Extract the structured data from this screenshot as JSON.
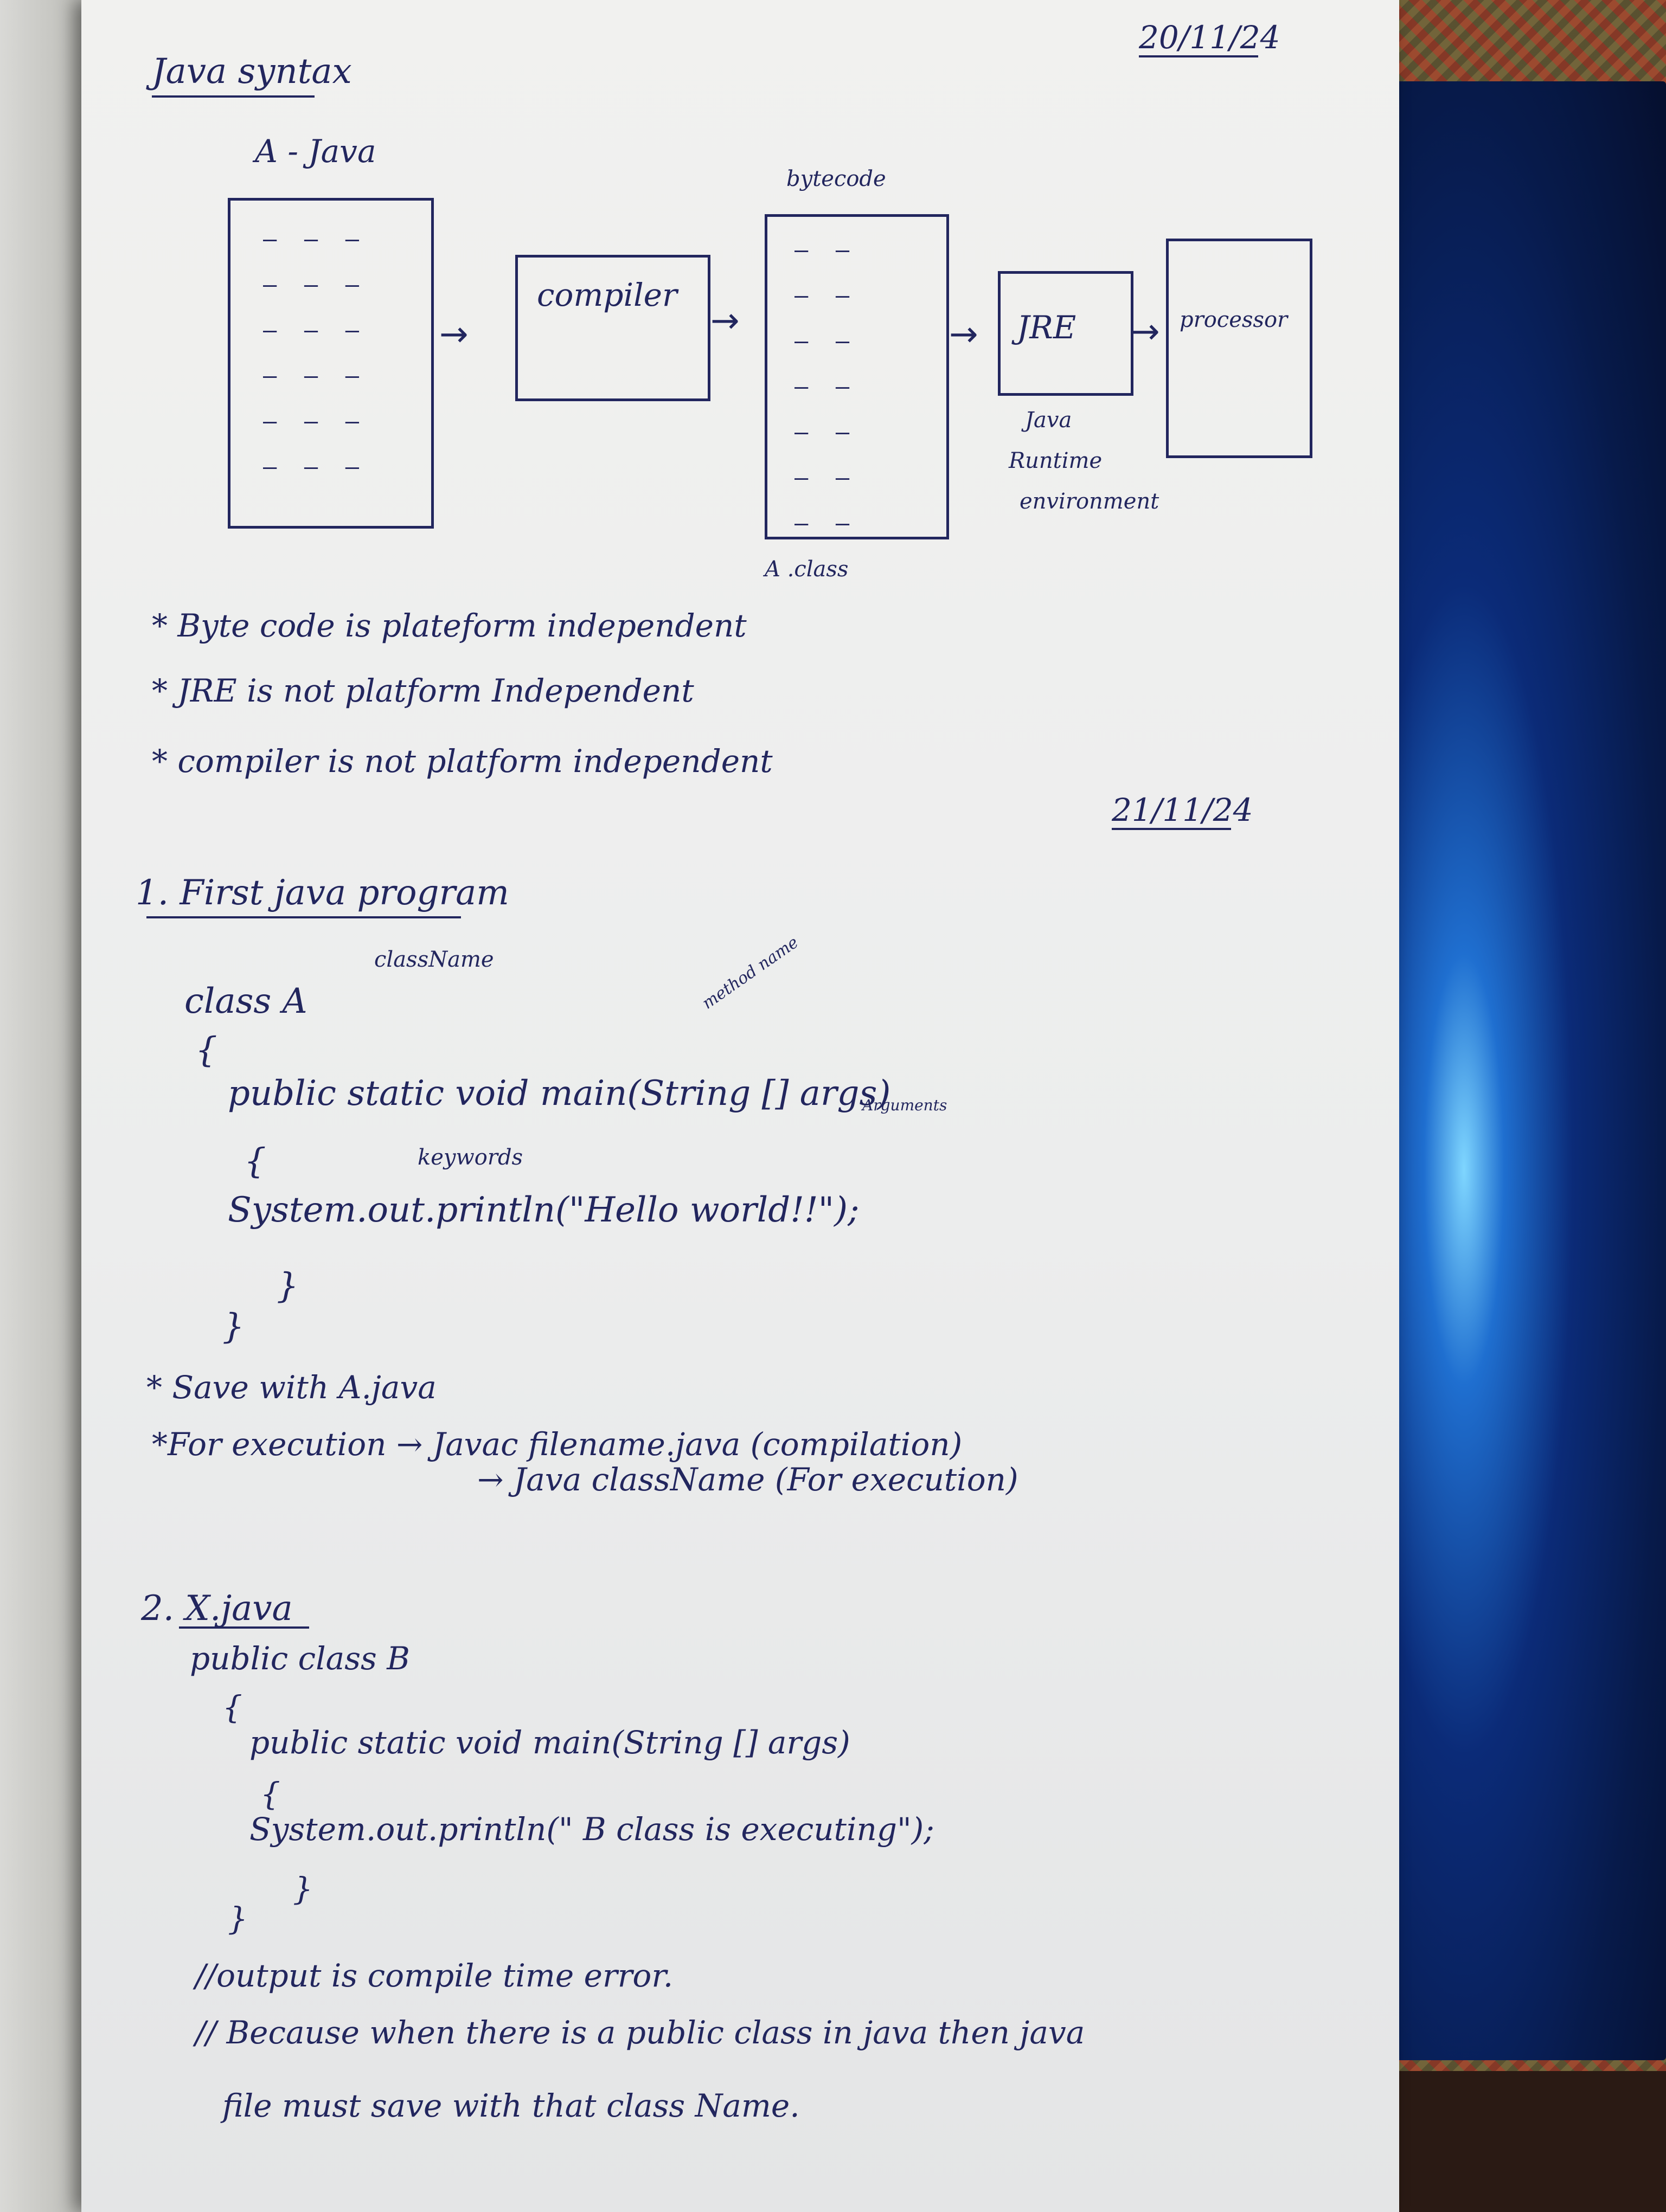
{
  "dates": {
    "first": "20/11/24",
    "second": "21/11/24"
  },
  "section1": {
    "title": "Java syntax",
    "file_label": "A - Java",
    "compiler_label": "compiler",
    "bytecode_label": "bytecode",
    "class_label": "A .class",
    "jre_label": "JRE",
    "jre_caption": [
      "Java",
      "Runtime",
      "environment"
    ],
    "processor_label": "processor",
    "notes": [
      "* Byte code is plateform independent",
      "* JRE is not platform Independent",
      "* compiler is not platform independent"
    ]
  },
  "program1": {
    "heading": "1. First java program",
    "class_name_note": "className",
    "method_name_note": "method name",
    "arguments_note": "Arguments",
    "keywords_note": "keywords",
    "code": [
      "class A",
      "{",
      "public static void main(String [] args)",
      "{",
      "System.out.println(\"Hello world!!\");",
      "}",
      "}"
    ],
    "notes": [
      "* Save with A.java",
      "*For execution → Javac filename.java (compilation)",
      "→ Java className (For execution)"
    ]
  },
  "program2": {
    "heading": "2. X.java",
    "code": [
      "public class B",
      "{",
      "public static void main(String [] args)",
      "{",
      "System.out.println(\" B class is executing\");",
      "}",
      "}"
    ],
    "notes": [
      "//output is compile time error.",
      "// Because when there is a public class in java then java",
      "file must save with that class Name."
    ]
  }
}
